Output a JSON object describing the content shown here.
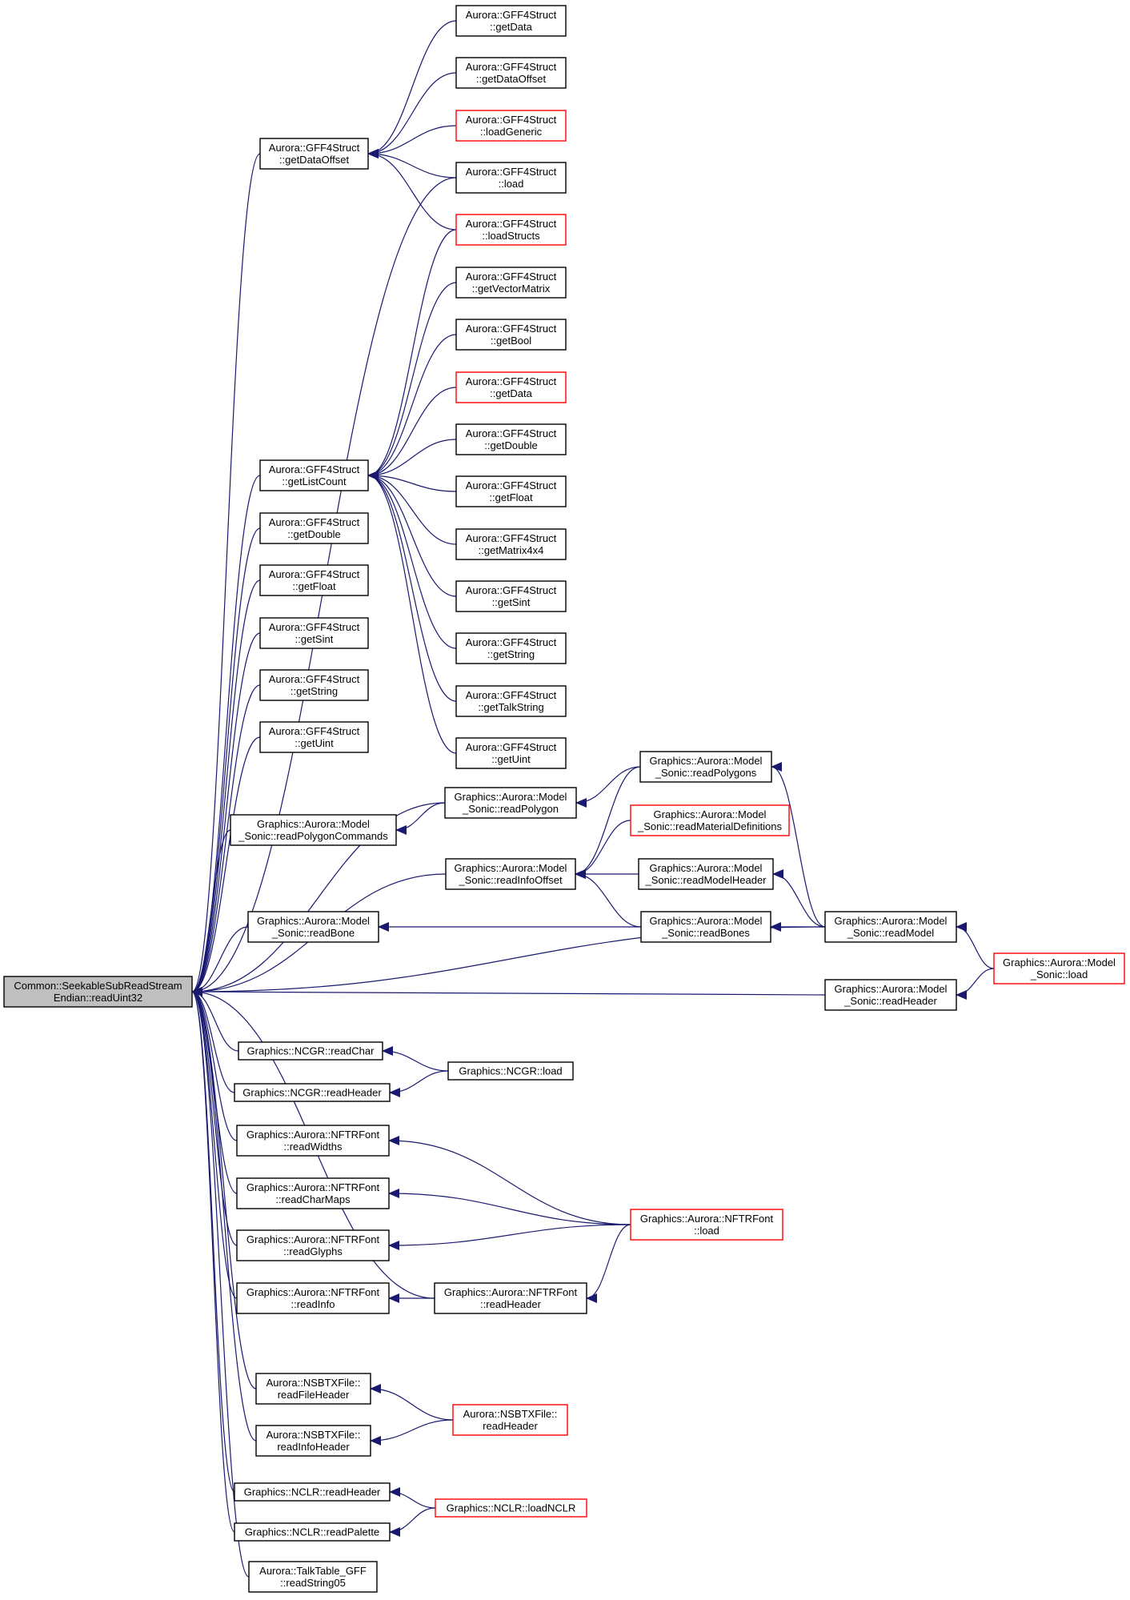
{
  "diagram": {
    "colors": {
      "edge": "#191970",
      "node_border": "#000000",
      "node_border_incomplete": "#ff0000",
      "root_fill": "#bfbfbf",
      "node_fill": "#ffffff"
    },
    "nodes": [
      {
        "id": "root",
        "lines": [
          "Common::SeekableSubReadStream",
          "Endian::readUint32"
        ],
        "root": true
      },
      {
        "id": "gdo_main",
        "lines": [
          "Aurora::GFF4Struct",
          "::getDataOffset"
        ]
      },
      {
        "id": "glc",
        "lines": [
          "Aurora::GFF4Struct",
          "::getListCount"
        ]
      },
      {
        "id": "gdouble_m",
        "lines": [
          "Aurora::GFF4Struct",
          "::getDouble"
        ]
      },
      {
        "id": "gfloat_m",
        "lines": [
          "Aurora::GFF4Struct",
          "::getFloat"
        ]
      },
      {
        "id": "gsint_m",
        "lines": [
          "Aurora::GFF4Struct",
          "::getSint"
        ]
      },
      {
        "id": "gstring_m",
        "lines": [
          "Aurora::GFF4Struct",
          "::getString"
        ]
      },
      {
        "id": "guint_m",
        "lines": [
          "Aurora::GFF4Struct",
          "::getUint"
        ]
      },
      {
        "id": "rpc",
        "lines": [
          "Graphics::Aurora::Model",
          "_Sonic::readPolygonCommands"
        ]
      },
      {
        "id": "rbone",
        "lines": [
          "Graphics::Aurora::Model",
          "_Sonic::readBone"
        ]
      },
      {
        "id": "ncgr_rc",
        "lines": [
          "Graphics::NCGR::readChar"
        ]
      },
      {
        "id": "ncgr_rh",
        "lines": [
          "Graphics::NCGR::readHeader"
        ]
      },
      {
        "id": "nftr_rw",
        "lines": [
          "Graphics::Aurora::NFTRFont",
          "::readWidths"
        ]
      },
      {
        "id": "nftr_rcm",
        "lines": [
          "Graphics::Aurora::NFTRFont",
          "::readCharMaps"
        ]
      },
      {
        "id": "nftr_rg",
        "lines": [
          "Graphics::Aurora::NFTRFont",
          "::readGlyphs"
        ]
      },
      {
        "id": "nftr_ri",
        "lines": [
          "Graphics::Aurora::NFTRFont",
          "::readInfo"
        ]
      },
      {
        "id": "nsbtx_rfh",
        "lines": [
          "Aurora::NSBTXFile::",
          "readFileHeader"
        ]
      },
      {
        "id": "nsbtx_rih",
        "lines": [
          "Aurora::NSBTXFile::",
          "readInfoHeader"
        ]
      },
      {
        "id": "nclr_rh",
        "lines": [
          "Graphics::NCLR::readHeader"
        ]
      },
      {
        "id": "nclr_rp",
        "lines": [
          "Graphics::NCLR::readPalette"
        ]
      },
      {
        "id": "talk",
        "lines": [
          "Aurora::TalkTable_GFF",
          "::readString05"
        ]
      },
      {
        "id": "gdata1",
        "lines": [
          "Aurora::GFF4Struct",
          "::getData"
        ]
      },
      {
        "id": "gdo2",
        "lines": [
          "Aurora::GFF4Struct",
          "::getDataOffset"
        ]
      },
      {
        "id": "lgen",
        "lines": [
          "Aurora::GFF4Struct",
          "::loadGeneric"
        ],
        "incomplete": true
      },
      {
        "id": "load",
        "lines": [
          "Aurora::GFF4Struct",
          "::load"
        ]
      },
      {
        "id": "lstructs",
        "lines": [
          "Aurora::GFF4Struct",
          "::loadStructs"
        ],
        "incomplete": true
      },
      {
        "id": "gvm",
        "lines": [
          "Aurora::GFF4Struct",
          "::getVectorMatrix"
        ]
      },
      {
        "id": "gbool",
        "lines": [
          "Aurora::GFF4Struct",
          "::getBool"
        ]
      },
      {
        "id": "gdata2",
        "lines": [
          "Aurora::GFF4Struct",
          "::getData"
        ],
        "incomplete": true
      },
      {
        "id": "gdouble_r",
        "lines": [
          "Aurora::GFF4Struct",
          "::getDouble"
        ]
      },
      {
        "id": "gfloat_r",
        "lines": [
          "Aurora::GFF4Struct",
          "::getFloat"
        ]
      },
      {
        "id": "gmat",
        "lines": [
          "Aurora::GFF4Struct",
          "::getMatrix4x4"
        ]
      },
      {
        "id": "gsint_r",
        "lines": [
          "Aurora::GFF4Struct",
          "::getSint"
        ]
      },
      {
        "id": "gstring_r",
        "lines": [
          "Aurora::GFF4Struct",
          "::getString"
        ]
      },
      {
        "id": "gtalk",
        "lines": [
          "Aurora::GFF4Struct",
          "::getTalkString"
        ]
      },
      {
        "id": "guint_r",
        "lines": [
          "Aurora::GFF4Struct",
          "::getUint"
        ]
      },
      {
        "id": "rpoly",
        "lines": [
          "Graphics::Aurora::Model",
          "_Sonic::readPolygon"
        ]
      },
      {
        "id": "rinfo",
        "lines": [
          "Graphics::Aurora::Model",
          "_Sonic::readInfoOffset"
        ]
      },
      {
        "id": "ncgr_load",
        "lines": [
          "Graphics::NCGR::load"
        ]
      },
      {
        "id": "nftr_rhd",
        "lines": [
          "Graphics::Aurora::NFTRFont",
          "::readHeader"
        ]
      },
      {
        "id": "nsbtx_rh",
        "lines": [
          "Aurora::NSBTXFile::",
          "readHeader"
        ],
        "incomplete": true
      },
      {
        "id": "nclr_load",
        "lines": [
          "Graphics::NCLR::loadNCLR"
        ],
        "incomplete": true
      },
      {
        "id": "rpolys",
        "lines": [
          "Graphics::Aurora::Model",
          "_Sonic::readPolygons"
        ]
      },
      {
        "id": "rmatdef",
        "lines": [
          "Graphics::Aurora::Model",
          "_Sonic::readMaterialDefinitions"
        ],
        "incomplete": true
      },
      {
        "id": "rmodhdr",
        "lines": [
          "Graphics::Aurora::Model",
          "_Sonic::readModelHeader"
        ]
      },
      {
        "id": "rbones",
        "lines": [
          "Graphics::Aurora::Model",
          "_Sonic::readBones"
        ]
      },
      {
        "id": "nftr_load",
        "lines": [
          "Graphics::Aurora::NFTRFont",
          "::load"
        ],
        "incomplete": true
      },
      {
        "id": "rmodel",
        "lines": [
          "Graphics::Aurora::Model",
          "_Sonic::readModel"
        ]
      },
      {
        "id": "rheader",
        "lines": [
          "Graphics::Aurora::Model",
          "_Sonic::readHeader"
        ]
      },
      {
        "id": "sonic_load",
        "lines": [
          "Graphics::Aurora::Model",
          "_Sonic::load"
        ],
        "incomplete": true
      }
    ],
    "edges": [
      {
        "from": "gdo_main",
        "to": "root"
      },
      {
        "from": "glc",
        "to": "root"
      },
      {
        "from": "gdouble_m",
        "to": "root"
      },
      {
        "from": "gfloat_m",
        "to": "root"
      },
      {
        "from": "gsint_m",
        "to": "root"
      },
      {
        "from": "gstring_m",
        "to": "root"
      },
      {
        "from": "guint_m",
        "to": "root"
      },
      {
        "from": "rpc",
        "to": "root"
      },
      {
        "from": "rbone",
        "to": "root"
      },
      {
        "from": "ncgr_rc",
        "to": "root"
      },
      {
        "from": "ncgr_rh",
        "to": "root"
      },
      {
        "from": "nftr_rw",
        "to": "root"
      },
      {
        "from": "nftr_rcm",
        "to": "root"
      },
      {
        "from": "nftr_rg",
        "to": "root"
      },
      {
        "from": "nftr_ri",
        "to": "root"
      },
      {
        "from": "nsbtx_rfh",
        "to": "root"
      },
      {
        "from": "nsbtx_rih",
        "to": "root"
      },
      {
        "from": "nclr_rh",
        "to": "root"
      },
      {
        "from": "nclr_rp",
        "to": "root"
      },
      {
        "from": "talk",
        "to": "root"
      },
      {
        "from": "load",
        "to": "root"
      },
      {
        "from": "rpoly",
        "to": "root"
      },
      {
        "from": "rinfo",
        "to": "root"
      },
      {
        "from": "nftr_rhd",
        "to": "root"
      },
      {
        "from": "rmodel",
        "to": "root"
      },
      {
        "from": "rheader",
        "to": "root"
      },
      {
        "from": "gdata1",
        "to": "gdo_main"
      },
      {
        "from": "gdo2",
        "to": "gdo_main"
      },
      {
        "from": "lgen",
        "to": "gdo_main"
      },
      {
        "from": "load",
        "to": "gdo_main"
      },
      {
        "from": "lstructs",
        "to": "gdo_main"
      },
      {
        "from": "lstructs",
        "to": "glc"
      },
      {
        "from": "gvm",
        "to": "glc"
      },
      {
        "from": "gbool",
        "to": "glc"
      },
      {
        "from": "gdata2",
        "to": "glc"
      },
      {
        "from": "gdouble_r",
        "to": "glc"
      },
      {
        "from": "gfloat_r",
        "to": "glc"
      },
      {
        "from": "gmat",
        "to": "glc"
      },
      {
        "from": "gsint_r",
        "to": "glc"
      },
      {
        "from": "gstring_r",
        "to": "glc"
      },
      {
        "from": "gtalk",
        "to": "glc"
      },
      {
        "from": "guint_r",
        "to": "glc"
      },
      {
        "from": "rpoly",
        "to": "rpc"
      },
      {
        "from": "rpolys",
        "to": "rpoly"
      },
      {
        "from": "rpolys",
        "to": "rinfo"
      },
      {
        "from": "rmatdef",
        "to": "rinfo"
      },
      {
        "from": "rmodhdr",
        "to": "rinfo"
      },
      {
        "from": "rbones",
        "to": "rinfo"
      },
      {
        "from": "rbones",
        "to": "rbone"
      },
      {
        "from": "rmodel",
        "to": "rpolys"
      },
      {
        "from": "rmodel",
        "to": "rmodhdr"
      },
      {
        "from": "rmodel",
        "to": "rbones"
      },
      {
        "from": "sonic_load",
        "to": "rmodel"
      },
      {
        "from": "sonic_load",
        "to": "rheader"
      },
      {
        "from": "ncgr_load",
        "to": "ncgr_rc"
      },
      {
        "from": "ncgr_load",
        "to": "ncgr_rh"
      },
      {
        "from": "nftr_load",
        "to": "nftr_rw"
      },
      {
        "from": "nftr_load",
        "to": "nftr_rcm"
      },
      {
        "from": "nftr_load",
        "to": "nftr_rg"
      },
      {
        "from": "nftr_load",
        "to": "nftr_rhd"
      },
      {
        "from": "nftr_rhd",
        "to": "nftr_ri"
      },
      {
        "from": "nsbtx_rh",
        "to": "nsbtx_rfh"
      },
      {
        "from": "nsbtx_rh",
        "to": "nsbtx_rih"
      },
      {
        "from": "nclr_load",
        "to": "nclr_rh"
      },
      {
        "from": "nclr_load",
        "to": "nclr_rp"
      }
    ]
  }
}
